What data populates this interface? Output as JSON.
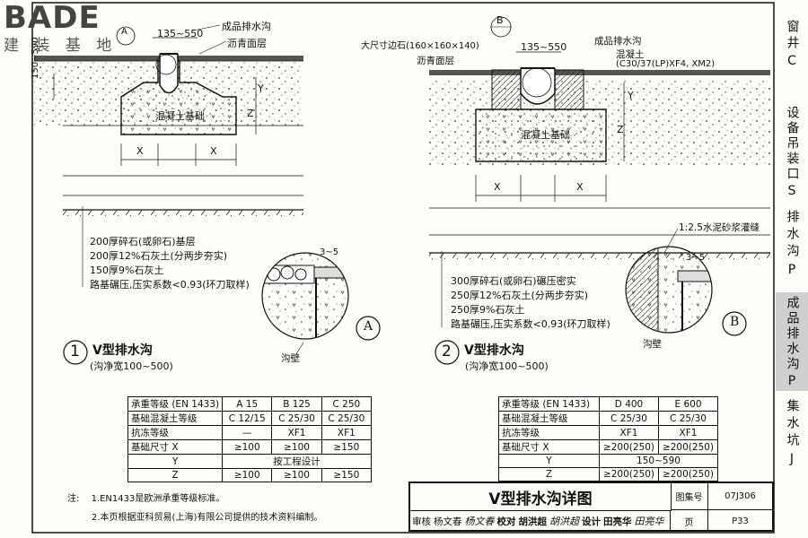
{
  "watermark": {
    "logo_text": "BADE",
    "sub_text": "建 装 基 地"
  },
  "tabs": [
    {
      "label": "窗井",
      "code": "C",
      "active": false
    },
    {
      "label": "设备吊装口",
      "code": "S",
      "active": false
    },
    {
      "label": "排水沟",
      "code": "P",
      "active": false
    },
    {
      "label": "成品排水沟",
      "code": "P",
      "active": true
    },
    {
      "label": "集水坑",
      "code": "J",
      "active": false
    }
  ],
  "detail1": {
    "number": "1",
    "title": "V型排水沟",
    "subtitle": "(沟净宽100~500)",
    "labels": {
      "width_dim": "135~550",
      "product_drain": "成品排水沟",
      "asphalt": "沥青面层",
      "depth_dim": "150~590",
      "foundation": "混凝土基础",
      "x": "X",
      "y": "Y",
      "z": "Z",
      "callout": "A"
    },
    "layers": [
      "200厚碎石(或卵石)基层",
      "200厚12%石灰土(分两步夯实)",
      "150厚9%石灰土",
      "路基碾压,压实系数<0.93(环刀取样)"
    ]
  },
  "detail2": {
    "number": "2",
    "title": "V型排水沟",
    "subtitle": "(沟净宽100~500)",
    "labels": {
      "curb": "大尺寸边石(160×160×140)",
      "width_dim": "135~550",
      "product_drain": "成品排水沟",
      "concrete": "混凝土",
      "concrete_spec": "(C30/37(LP)XF4, XM2)",
      "asphalt": "沥青面层",
      "foundation": "混凝土基础",
      "x": "X",
      "y": "Y",
      "z": "Z",
      "callout": "B"
    },
    "layers": [
      "300厚碎石(或卵石)碾压密实",
      "250厚12%石灰土(分两步夯实)",
      "250厚9%石灰土",
      "路基碾压,压实系数<0.93(环刀取样)"
    ]
  },
  "callout_a": {
    "letter": "A",
    "dim": "3~5",
    "wall_label": "沟壁"
  },
  "callout_b": {
    "letter": "B",
    "dim": "3~5",
    "wall_label": "沟壁",
    "grout_label": "1:2.5水泥砂浆灌缝"
  },
  "table1": {
    "rows": [
      [
        "承重等级  (EN 1433)",
        "A 15",
        "B 125",
        "C 250"
      ],
      [
        "基础混凝土等级",
        "C 12/15",
        "C 25/30",
        "C 25/30"
      ],
      [
        "抗冻等级",
        "—",
        "XF1",
        "XF1"
      ],
      [
        "基础尺寸        X",
        "≥100",
        "≥100",
        "≥150"
      ],
      [
        "Y",
        "按工程设计"
      ],
      [
        "Z",
        "≥100",
        "≥100",
        "≥150"
      ]
    ]
  },
  "table2": {
    "rows": [
      [
        "承重等级  (EN 1433)",
        "D 400",
        "E 600"
      ],
      [
        "基础混凝土等级",
        "C 25/30",
        "C 25/30"
      ],
      [
        "抗冻等级",
        "XF1",
        "XF1"
      ],
      [
        "基础尺寸        X",
        "≥200(250)",
        "≥200(250)"
      ],
      [
        "Y",
        "150~590"
      ],
      [
        "Z",
        "≥200(250)",
        "≥200(250)"
      ]
    ]
  },
  "notes": {
    "label": "注:",
    "items": [
      "1.EN1433是欧洲承重等级标准。",
      "2.本页根据亚科贸易(上海)有限公司提供的技术资料编制。"
    ]
  },
  "title_block": {
    "title": "V型排水沟详图",
    "atlas_label": "图集号",
    "atlas_no": "07J306",
    "review_label": "审核",
    "reviewer": "杨文春",
    "reviewer_sig": "杨文春",
    "check_label": "校对",
    "checker": "胡洪超",
    "checker_sig": "胡洪超",
    "design_label": "设计",
    "designer": "田亮华",
    "designer_sig": "田亮华",
    "page_label": "页",
    "page_no": "P33"
  }
}
